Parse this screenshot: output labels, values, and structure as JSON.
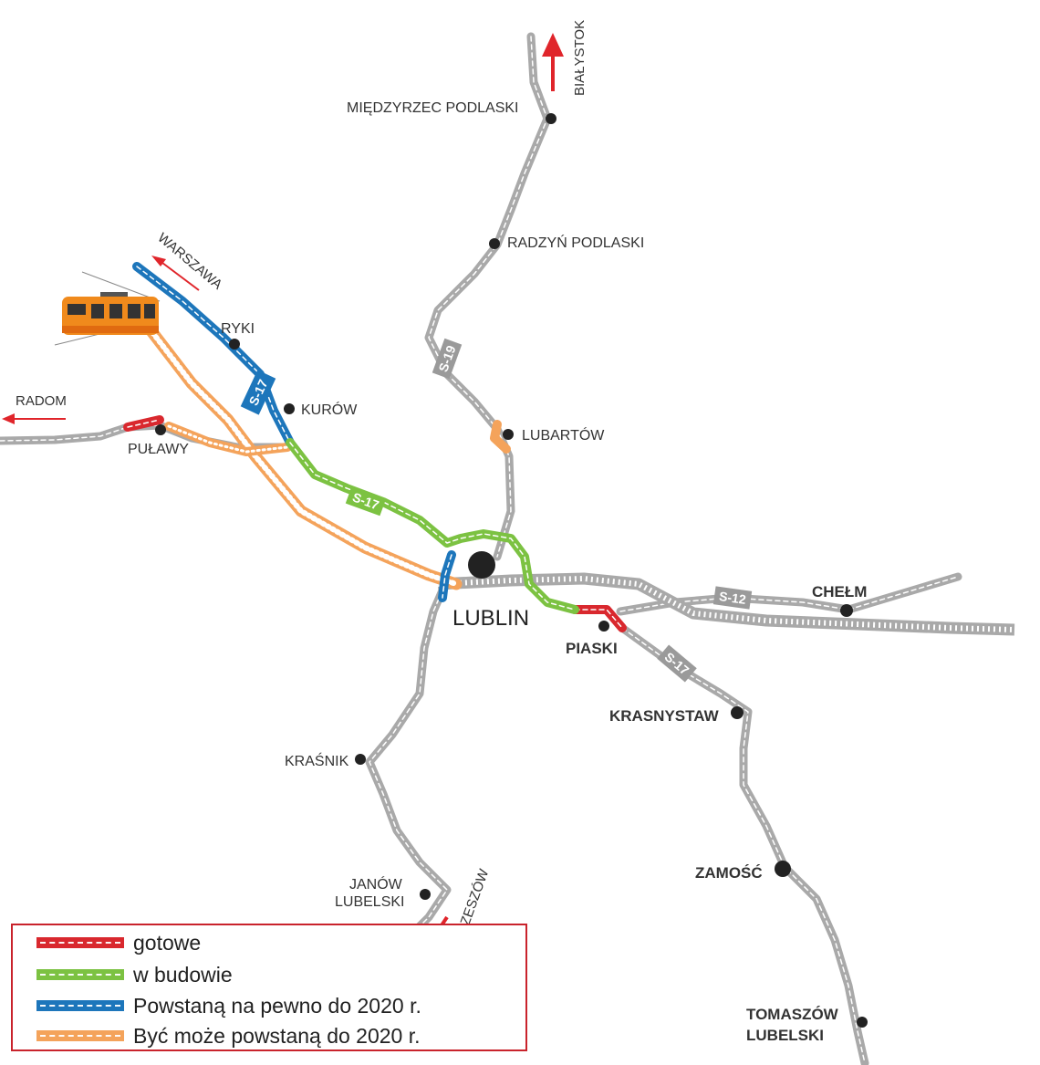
{
  "colors": {
    "ready": "#d9282e",
    "building": "#7cc242",
    "planned": "#1d76bb",
    "maybe": "#f4a35b",
    "road": "#b9b9b9",
    "arrow": "#e0252b",
    "frame": "#c9232c"
  },
  "cities": {
    "miedzyrzec": "MIĘDZYRZEC PODLASKI",
    "radzyn": "RADZYŃ PODLASKI",
    "ryki": "RYKI",
    "kurow": "KURÓW",
    "pulawy": "PUŁAWY",
    "lubartow": "LUBARTÓW",
    "lublin": "LUBLIN",
    "chelm": "CHEŁM",
    "piaski": "PIASKI",
    "krasnystaw": "KRASNYSTAW",
    "krasnik": "KRAŚNIK",
    "janow_line1": "JANÓW",
    "janow_line2": "LUBELSKI",
    "zamosc": "ZAMOŚĆ",
    "tomaszow_line1": "TOMASZÓW",
    "tomaszow_line2": "LUBELSKI"
  },
  "directions": {
    "bialystok": "BIAŁYSTOK",
    "warszawa": "WARSZAWA",
    "radom": "RADOM",
    "rzeszow": "RZESZÓW"
  },
  "shields": {
    "s19": "S-19",
    "s17_north": "S-17",
    "s17_green": "S-17",
    "s12": "S-12",
    "s17_south": "S-17"
  },
  "legend": {
    "items": [
      {
        "label": "gotowe",
        "status": "ready"
      },
      {
        "label": "w budowie",
        "status": "building"
      },
      {
        "label": "Powstaną na pewno do 2020 r.",
        "status": "planned"
      },
      {
        "label": "Być może powstaną do 2020 r.",
        "status": "maybe"
      }
    ]
  },
  "icons": {
    "train": "train-icon"
  }
}
